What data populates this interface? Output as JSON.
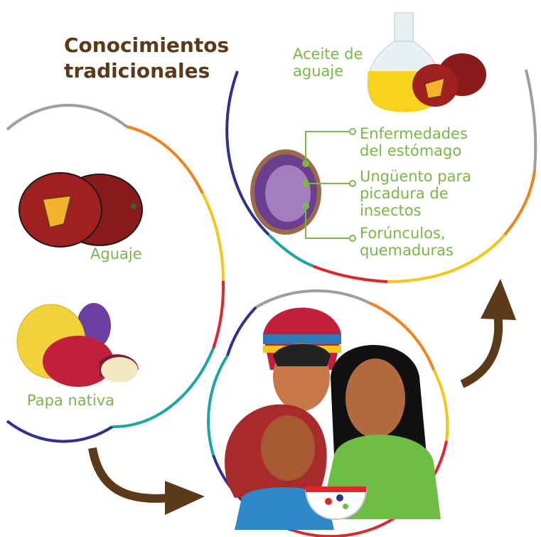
{
  "title": {
    "line1": "Conocimientos",
    "line2": "tradicionales"
  },
  "left_circle": {
    "aguaje_label": "Aguaje",
    "papa_label": "Papa nativa"
  },
  "top_circle": {
    "oil_label": {
      "line1": "Aceite de",
      "line2": "aguaje"
    },
    "uses": [
      {
        "line1": "Enfermedades",
        "line2": "del estómago"
      },
      {
        "line1": "Ungüento para",
        "line2": "picadura de",
        "line3": "insectos"
      },
      {
        "line1": "Forúnculos,",
        "line2": "quemaduras"
      }
    ]
  },
  "colors": {
    "title": "#5a3a18",
    "label_green": "#7ab648",
    "arrow_brown": "#5a3a18",
    "ring_segments": [
      "#9e9e9e",
      "#f0821e",
      "#f5c518",
      "#e3242b",
      "#1aa7a0",
      "#2e3192"
    ]
  },
  "icons": [
    "aguaje-fruit-icon",
    "potato-icon",
    "aguaje-cross-section-icon",
    "oil-flask-icon",
    "community-people-icon",
    "mortar-bowl-icon",
    "curved-arrow-icon"
  ]
}
